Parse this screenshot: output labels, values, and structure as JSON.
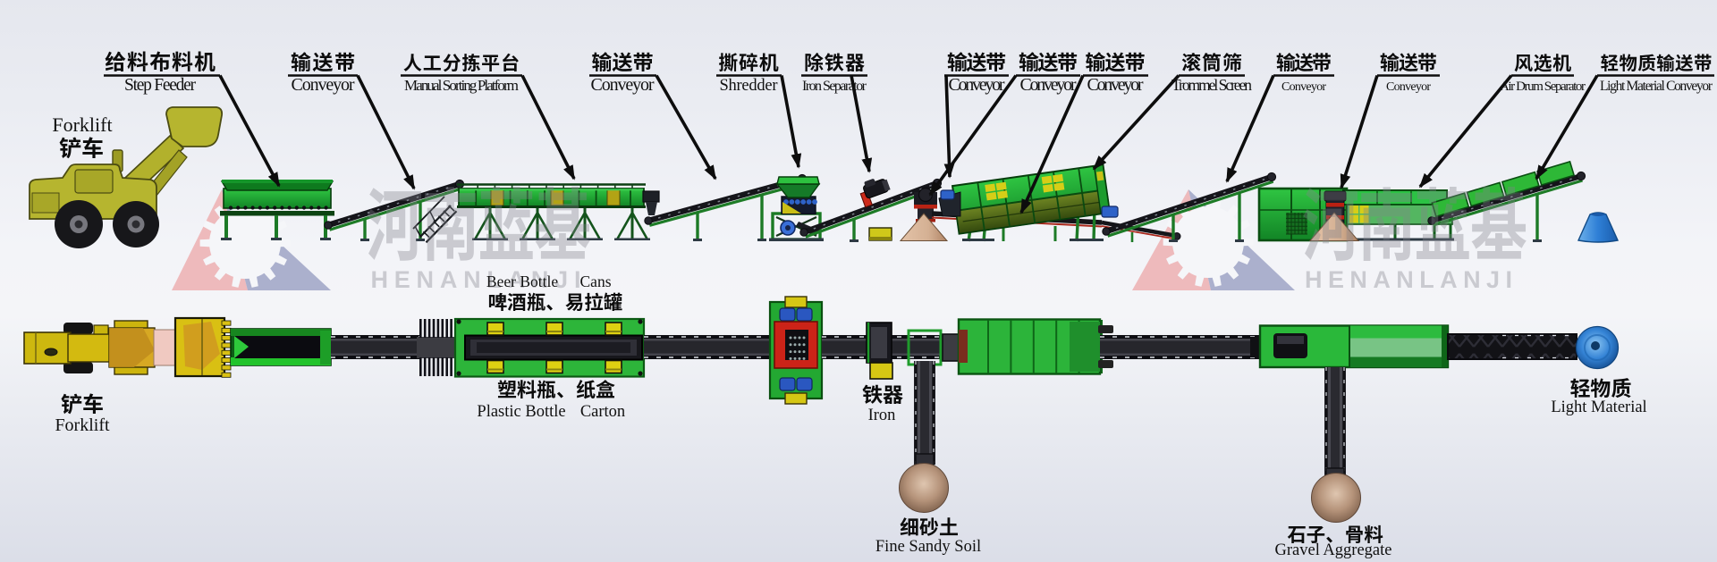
{
  "watermark": {
    "cn": "河南蓝基",
    "en": "HENANLANJI"
  },
  "labels_top": [
    {
      "id": "step-feeder",
      "cn": "给料布料机",
      "en": "Step Feeder"
    },
    {
      "id": "conveyor-1",
      "cn": "输送带",
      "en": "Conveyor"
    },
    {
      "id": "manual-sorting-platform",
      "cn": "人工分拣平台",
      "en": "Manual Sorting Platform"
    },
    {
      "id": "conveyor-2",
      "cn": "输送带",
      "en": "Conveyor"
    },
    {
      "id": "shredder",
      "cn": "撕碎机",
      "en": "Shredder"
    },
    {
      "id": "iron-separator",
      "cn": "除铁器",
      "en": "Iron Separator"
    },
    {
      "id": "conveyor-3",
      "cn": "输送带",
      "en": "Conveyor"
    },
    {
      "id": "conveyor-4",
      "cn": "输送带",
      "en": "Conveyor"
    },
    {
      "id": "conveyor-5",
      "cn": "输送带",
      "en": "Conveyor"
    },
    {
      "id": "trommel-screen",
      "cn": "滚筒筛",
      "en": "Trommel Screen"
    },
    {
      "id": "conveyor-6",
      "cn": "输送带",
      "en": "Conveyor"
    },
    {
      "id": "conveyor-7",
      "cn": "输送带",
      "en": "Conveyor"
    },
    {
      "id": "air-drum-separator",
      "cn": "风选机",
      "en": "Air Drum Separator"
    },
    {
      "id": "light-material-conveyor",
      "cn": "轻物质输送带",
      "en": "Light Material Conveyor"
    }
  ],
  "forklift_side": {
    "en": "Forklift",
    "cn": "铲车"
  },
  "forklift_plan": {
    "cn": "铲车",
    "en": "Forklift"
  },
  "outputs": {
    "beer_cans": {
      "cn": "啤酒瓶、易拉罐",
      "en_left": "Beer Bottle",
      "en_right": "Cans"
    },
    "plastic_carton": {
      "cn": "塑料瓶、纸盒",
      "en_left": "Plastic Bottle",
      "en_right": "Carton"
    },
    "iron": {
      "cn": "铁器",
      "en": "Iron"
    },
    "fine_sand": {
      "cn": "细砂土",
      "en": "Fine Sandy Soil"
    },
    "gravel": {
      "cn": "石子、骨料",
      "en": "Gravel Aggregate"
    },
    "light_material": {
      "cn": "轻物质",
      "en": "Light Material"
    }
  },
  "colors": {
    "machine_green": "#28b43c",
    "dark_green": "#0b5513",
    "belt_black": "#17171c",
    "accent_yellow": "#d6c714",
    "accent_red": "#c42418",
    "motor_blue": "#2e62c8",
    "sand_tan": "#d8b393",
    "sphere_brown": "#a9856d",
    "light_blue": "#2e7fd6",
    "watermark_pink": "#e9b6b6",
    "watermark_blue": "#abb0cc",
    "watermark_gray": "#8d8d96",
    "background": "#eef0f5"
  }
}
